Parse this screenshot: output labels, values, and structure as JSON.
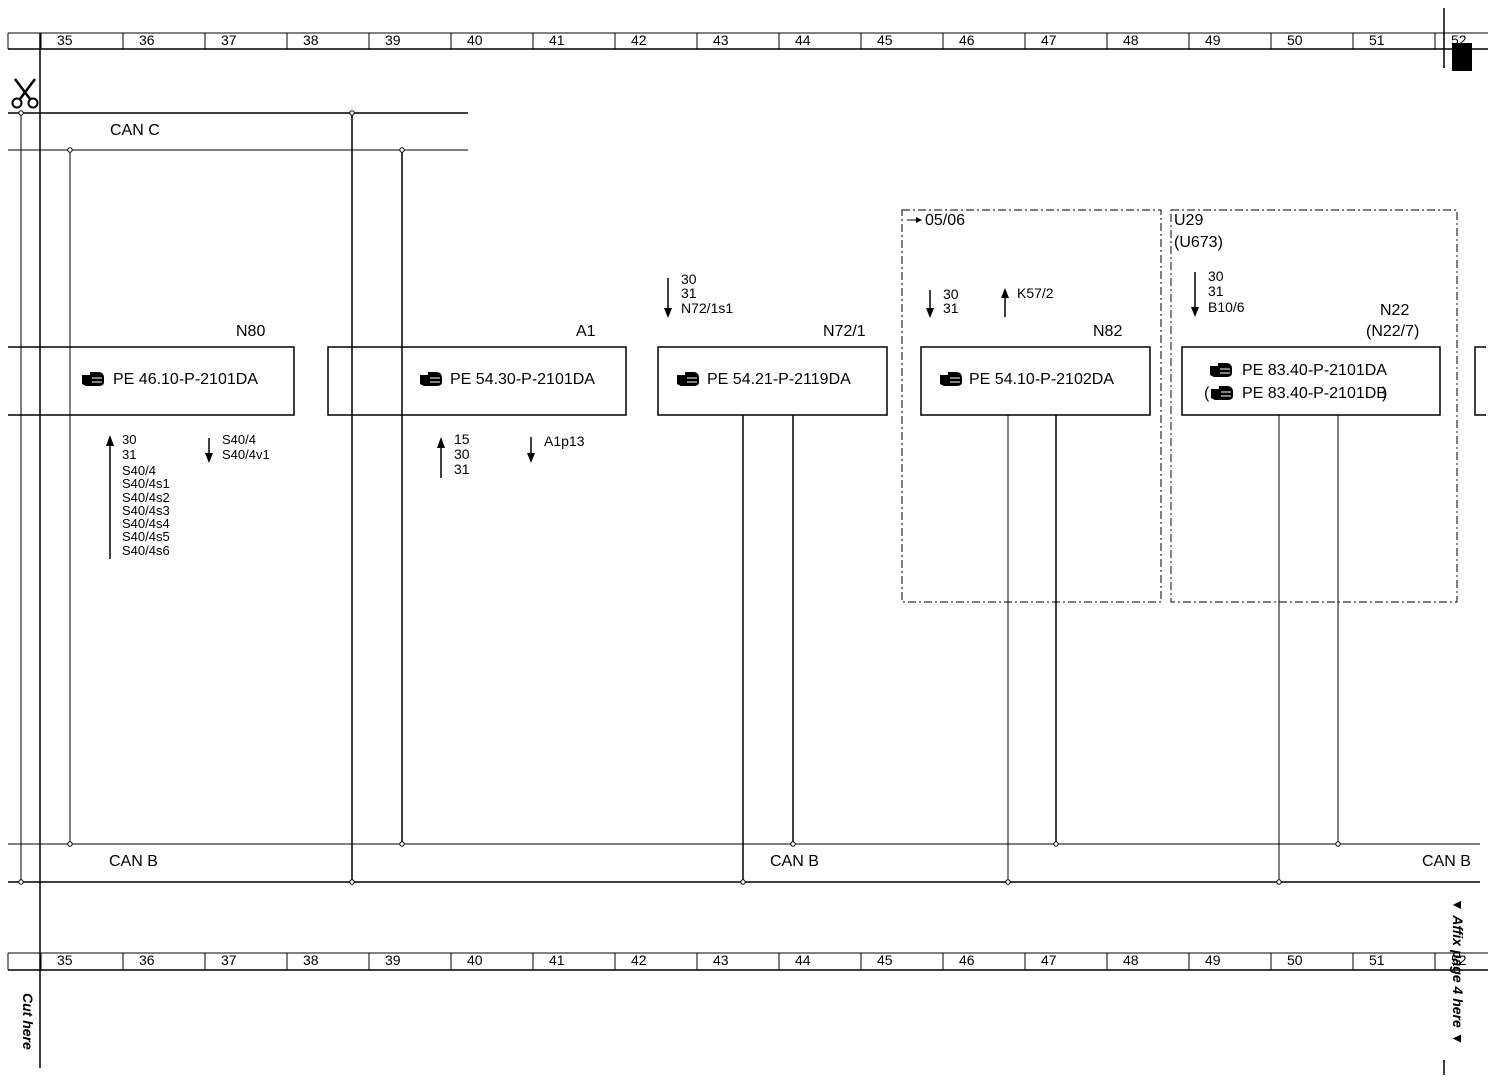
{
  "ruler": {
    "columns": [
      "35",
      "36",
      "37",
      "38",
      "39",
      "40",
      "41",
      "42",
      "43",
      "44",
      "45",
      "46",
      "47",
      "48",
      "49",
      "50",
      "51",
      "52"
    ]
  },
  "buses": {
    "can_c_label": "CAN C",
    "can_b_label_1": "CAN B",
    "can_b_label_2": "CAN B",
    "can_b_label_3": "CAN B"
  },
  "modules": [
    {
      "name": "N80",
      "ref": "PE 46.10-P-2101DA"
    },
    {
      "name": "A1",
      "ref": "PE 54.30-P-2101DA"
    },
    {
      "name": "N72/1",
      "ref": "PE 54.21-P-2119DA"
    },
    {
      "name": "N82",
      "ref": "PE 54.10-P-2102DA"
    },
    {
      "name": "N22",
      "name_alt": "(N22/7)",
      "ref": "PE 83.40-P-2101DA",
      "ref_alt": "PE 83.40-P-2101DB"
    }
  ],
  "groups": {
    "g1_label": "05/06",
    "g2_label": "U29",
    "g2_sublabel": "(U673)"
  },
  "signals": {
    "n72_in": [
      "30",
      "31",
      "N72/1s1"
    ],
    "n82_in": [
      "30",
      "31"
    ],
    "n82_out": [
      "K57/2"
    ],
    "n22_in": [
      "30",
      "31",
      "B10/6"
    ],
    "n80_up": [
      "30",
      "31",
      "S40/4",
      "S40/4s1",
      "S40/4s2",
      "S40/4s3",
      "S40/4s4",
      "S40/4s5",
      "S40/4s6"
    ],
    "n80_down": [
      "S40/4",
      "S40/4v1"
    ],
    "a1_up": [
      "15",
      "30",
      "31"
    ],
    "a1_down": [
      "A1p13"
    ]
  },
  "side": {
    "affix": "▼ Affix page 4 here ▼",
    "cut": "Cut here"
  },
  "icons": {
    "scissors": "scissors-icon",
    "reference": "pointing-hand-icon",
    "corner_tab": "page-tab-marker"
  }
}
